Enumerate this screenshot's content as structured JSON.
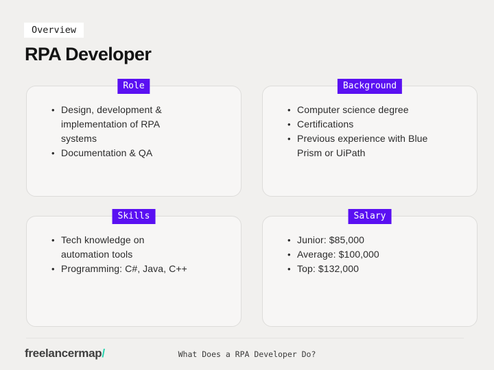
{
  "theme": {
    "page_bg": "#f1f0ee",
    "card_bg": "#f7f6f5",
    "card_border": "#dddcda",
    "accent_purple": "#5a10f2",
    "logo_teal": "#26d2ad",
    "text_dark": "#141414"
  },
  "header": {
    "eyebrow": "Overview",
    "title": "RPA Developer"
  },
  "cards": [
    {
      "label": "Role",
      "items": [
        "Design, development & implementation of RPA systems",
        "Documentation & QA"
      ]
    },
    {
      "label": "Background",
      "items": [
        "Computer science degree",
        "Certifications",
        "Previous experience with Blue Prism or UiPath"
      ]
    },
    {
      "label": "Skills",
      "items": [
        "Tech knowledge on automation tools",
        "Programming: C#, Java, C++"
      ]
    },
    {
      "label": "Salary",
      "items": [
        "Junior: $85,000",
        "Average: $100,000",
        "Top: $132,000"
      ]
    }
  ],
  "footer": {
    "logo_text": "freelancermap",
    "logo_slash": "/",
    "caption": "What Does a RPA Developer Do?"
  }
}
